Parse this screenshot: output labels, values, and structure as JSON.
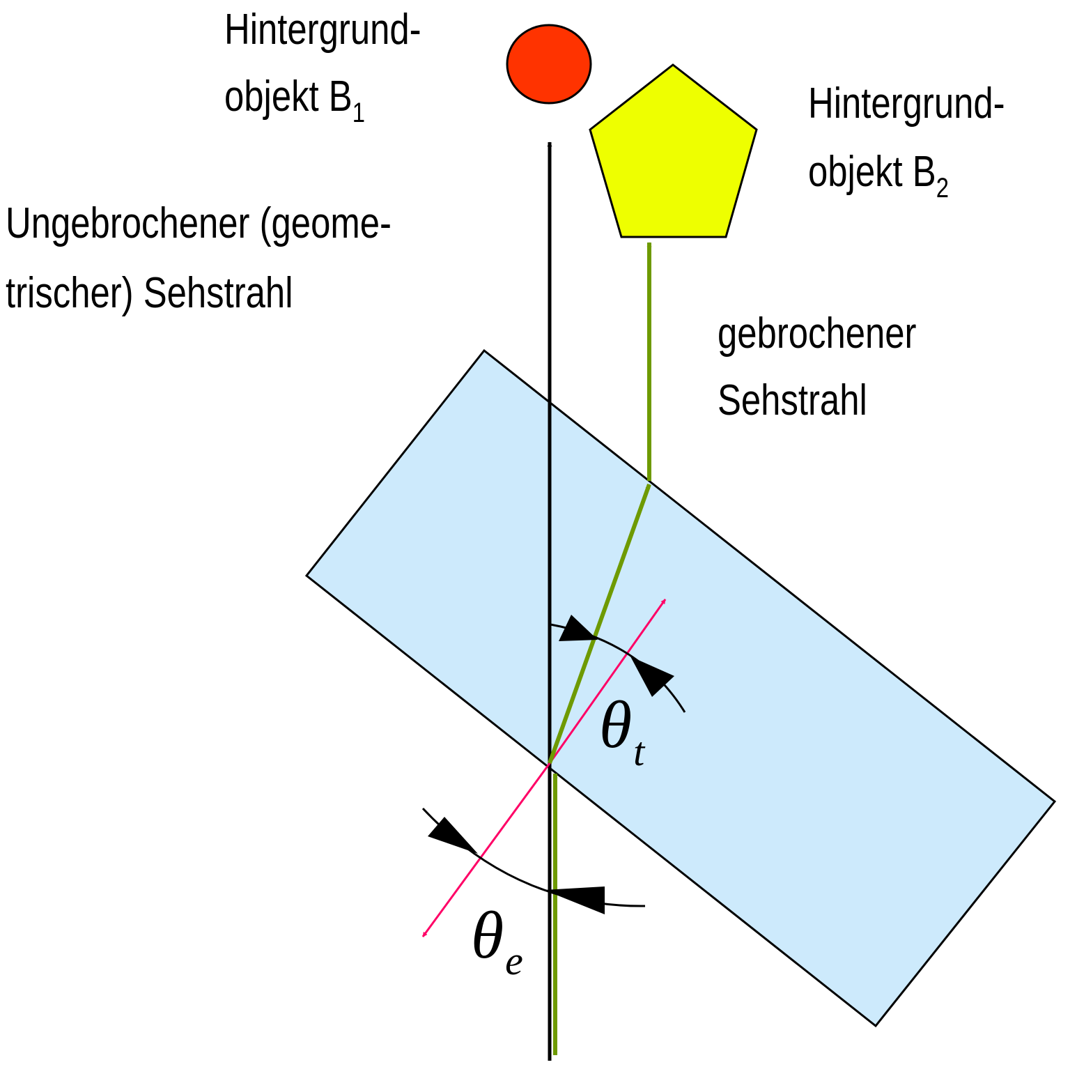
{
  "labels": {
    "b1_line1": "Hintergrund-",
    "b1_line2": "objekt  B",
    "b1_sub": "1",
    "b2_line1": "Hintergrund-",
    "b2_line2": "objekt  B",
    "b2_sub": "2",
    "geometric_line1": "Ungebrochener (geome-",
    "geometric_line2": "trischer) Sehstrahl",
    "refracted_line1": "gebrochener",
    "refracted_line2": "Sehstrahl",
    "theta": "θ",
    "theta_t_sub": "t",
    "theta_e_sub": "e"
  },
  "colors": {
    "slab_fill": "#cdeafc",
    "refracted_ray": "#6e9a00",
    "normal": "#ff0066",
    "object_b1": "#ff3300",
    "object_b2": "#eeff00",
    "geometric_ray": "#000000"
  }
}
